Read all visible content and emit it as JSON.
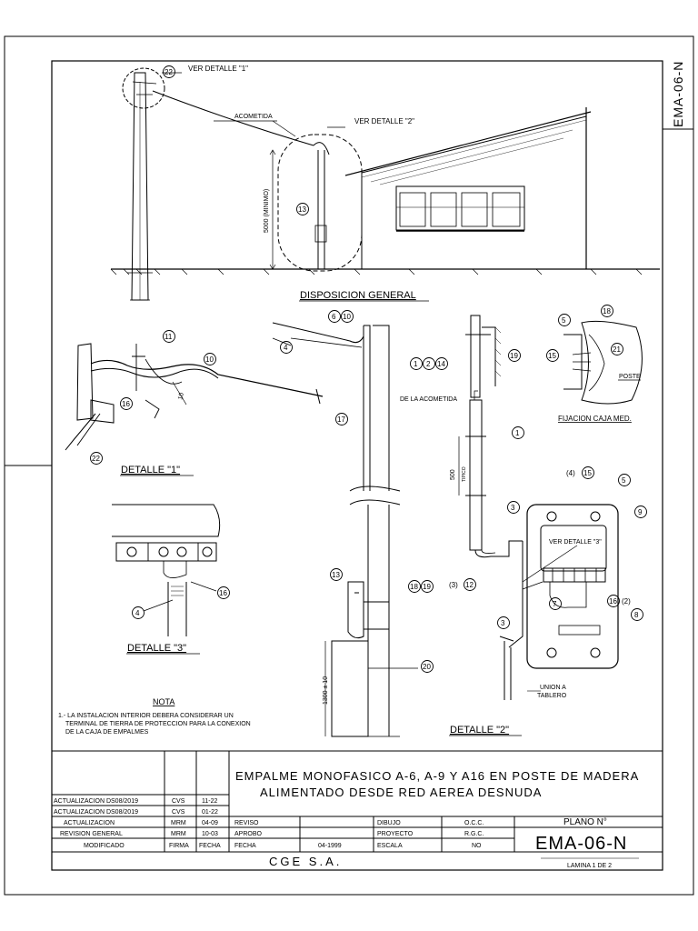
{
  "side_code": "EMA-06-N",
  "views": {
    "general": "DISPOSICION GENERAL",
    "detail1": "DETALLE \"1\"",
    "detail2": "DETALLE \"2\"",
    "detail3": "DETALLE \"3\"",
    "fixing": "FIJACION CAJA MED."
  },
  "labels": {
    "see_detail1": "VER DETALLE \"1\"",
    "see_detail2": "VER DETALLE \"2\"",
    "see_detail3": "VER DETALLE \"3\"",
    "acometida": "ACOMETIDA",
    "min_height": "5000 (MINIMO)",
    "de_la_acometida": "DE LA ACOMETIDA",
    "spacing": "500",
    "typical": "TIPICO",
    "poste": "POSTE",
    "union_a": "UNION A",
    "tablero": "TABLERO",
    "dim_1300": "1300 ± 10",
    "dim_10": "10"
  },
  "callouts": {
    "c22": "22",
    "c13": "13",
    "c6_10": "6",
    "c10": "10",
    "c4": "4",
    "c11": "11",
    "c16": "16",
    "c17": "17",
    "c18": "18",
    "c19": "19",
    "c20": "20",
    "c1": "1",
    "c2": "2",
    "c14": "14",
    "c5": "5",
    "c21": "21",
    "c15": "15",
    "c3": "3",
    "c9": "9",
    "c12": "12",
    "c7": "7",
    "c8": "8",
    "g4_15": "(4)",
    "g3_12": "(3)",
    "g16_2": "(2)"
  },
  "note": {
    "heading": "NOTA",
    "lines": [
      "1.- LA INSTALACION INTERIOR DEBERA CONSIDERAR UN",
      "TERMINAL DE TIERRA DE PROTECCION PARA LA CONEXION",
      "DE LA CAJA DE EMPALMES"
    ]
  },
  "title_block": {
    "title_line1": "EMPALME MONOFASICO A-6, A-9 Y A16 EN POSTE DE MADERA",
    "title_line2": "ALIMENTADO DESDE RED AEREA DESNUDA",
    "revisions": [
      {
        "desc": "ACTUALIZACION DS08/2019",
        "by": "CVS",
        "date": "11-22"
      },
      {
        "desc": "ACTUALIZACION DS08/2019",
        "by": "CVS",
        "date": "01-22"
      },
      {
        "desc": "ACTUALIZACION",
        "by": "MRM",
        "date": "04-09"
      },
      {
        "desc": "REVISION GENERAL",
        "by": "MRM",
        "date": "10-03"
      },
      {
        "desc": "MODIFICADO",
        "by": "FIRMA",
        "date": "FECHA"
      }
    ],
    "rows": [
      {
        "k1": "REVISO",
        "v1": "",
        "k2": "DIBUJO",
        "v2": "O.C.C."
      },
      {
        "k1": "APROBO",
        "v1": "",
        "k2": "PROYECTO",
        "v2": "R.G.C."
      },
      {
        "k1": "FECHA",
        "v1": "04-1999",
        "k2": "ESCALA",
        "v2": "NO"
      }
    ],
    "plano_label": "PLANO N°",
    "plano_number": "EMA-06-N",
    "sheet": "LAMINA 1 DE 2",
    "company": "CGE S.A."
  }
}
